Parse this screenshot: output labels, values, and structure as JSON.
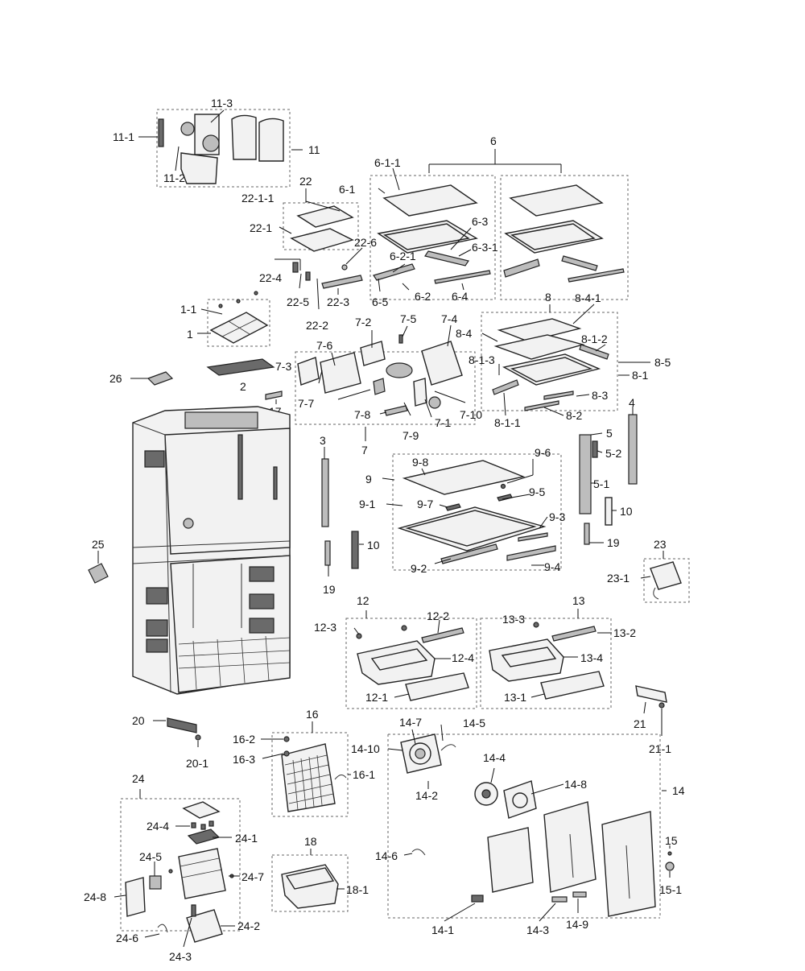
{
  "labels": {
    "l_11_1": "11-1",
    "l_11_3": "11-3",
    "l_11": "11",
    "l_11_2": "11-2",
    "l_6": "6",
    "l_6_1_1": "6-1-1",
    "l_6_1": "6-1",
    "l_6_3": "6-3",
    "l_6_3_1": "6-3-1",
    "l_6_2_1": "6-2-1",
    "l_6_2": "6-2",
    "l_6_4": "6-4",
    "l_6_5": "6-5",
    "l_22": "22",
    "l_22_1_1": "22-1-1",
    "l_22_1": "22-1",
    "l_22_6": "22-6",
    "l_22_4": "22-4",
    "l_22_5": "22-5",
    "l_22_3": "22-3",
    "l_22_2": "22-2",
    "l_1_1": "1-1",
    "l_1": "1",
    "l_8": "8",
    "l_8_4_1": "8-4-1",
    "l_8_4": "8-4",
    "l_8_1_2": "8-1-2",
    "l_8_5": "8-5",
    "l_8_1_3": "8-1-3",
    "l_8_1": "8-1",
    "l_8_3": "8-3",
    "l_8_1_1": "8-1-1",
    "l_8_2": "8-2",
    "l_7_5": "7-5",
    "l_7_4": "7-4",
    "l_7_2": "7-2",
    "l_7_6": "7-6",
    "l_7_3": "7-3",
    "l_7_7": "7-7",
    "l_7_8": "7-8",
    "l_7_9": "7-9",
    "l_7_1": "7-1",
    "l_7_10": "7-10",
    "l_7": "7",
    "l_26": "26",
    "l_2": "2",
    "l_17": "17",
    "l_4": "4",
    "l_5": "5",
    "l_5_2": "5-2",
    "l_5_1": "5-1",
    "l_10a": "10",
    "l_19a": "19",
    "l_3": "3",
    "l_10b": "10",
    "l_19b": "19",
    "l_9_8": "9-8",
    "l_9_6": "9-6",
    "l_9": "9",
    "l_9_1": "9-1",
    "l_9_7": "9-7",
    "l_9_5": "9-5",
    "l_9_3": "9-3",
    "l_9_2": "9-2",
    "l_9_4": "9-4",
    "l_23": "23",
    "l_23_1": "23-1",
    "l_25": "25",
    "l_12": "12",
    "l_12_3": "12-3",
    "l_12_2": "12-2",
    "l_12_4": "12-4",
    "l_12_1": "12-1",
    "l_13": "13",
    "l_13_3": "13-3",
    "l_13_2": "13-2",
    "l_13_4": "13-4",
    "l_13_1": "13-1",
    "l_21": "21",
    "l_21_1": "21-1",
    "l_20": "20",
    "l_20_1": "20-1",
    "l_16": "16",
    "l_16_2": "16-2",
    "l_16_3": "16-3",
    "l_16_1": "16-1",
    "l_14_7": "14-7",
    "l_14_5": "14-5",
    "l_14_10": "14-10",
    "l_14_4": "14-4",
    "l_14_2": "14-2",
    "l_14_8": "14-8",
    "l_14": "14",
    "l_14_6": "14-6",
    "l_14_1": "14-1",
    "l_14_3": "14-3",
    "l_14_9": "14-9",
    "l_15": "15",
    "l_15_1": "15-1",
    "l_24": "24",
    "l_24_4": "24-4",
    "l_24_1": "24-1",
    "l_24_5": "24-5",
    "l_24_7": "24-7",
    "l_24_8": "24-8",
    "l_24_6": "24-6",
    "l_24_2": "24-2",
    "l_24_3": "24-3",
    "l_18": "18",
    "l_18_1": "18-1"
  }
}
